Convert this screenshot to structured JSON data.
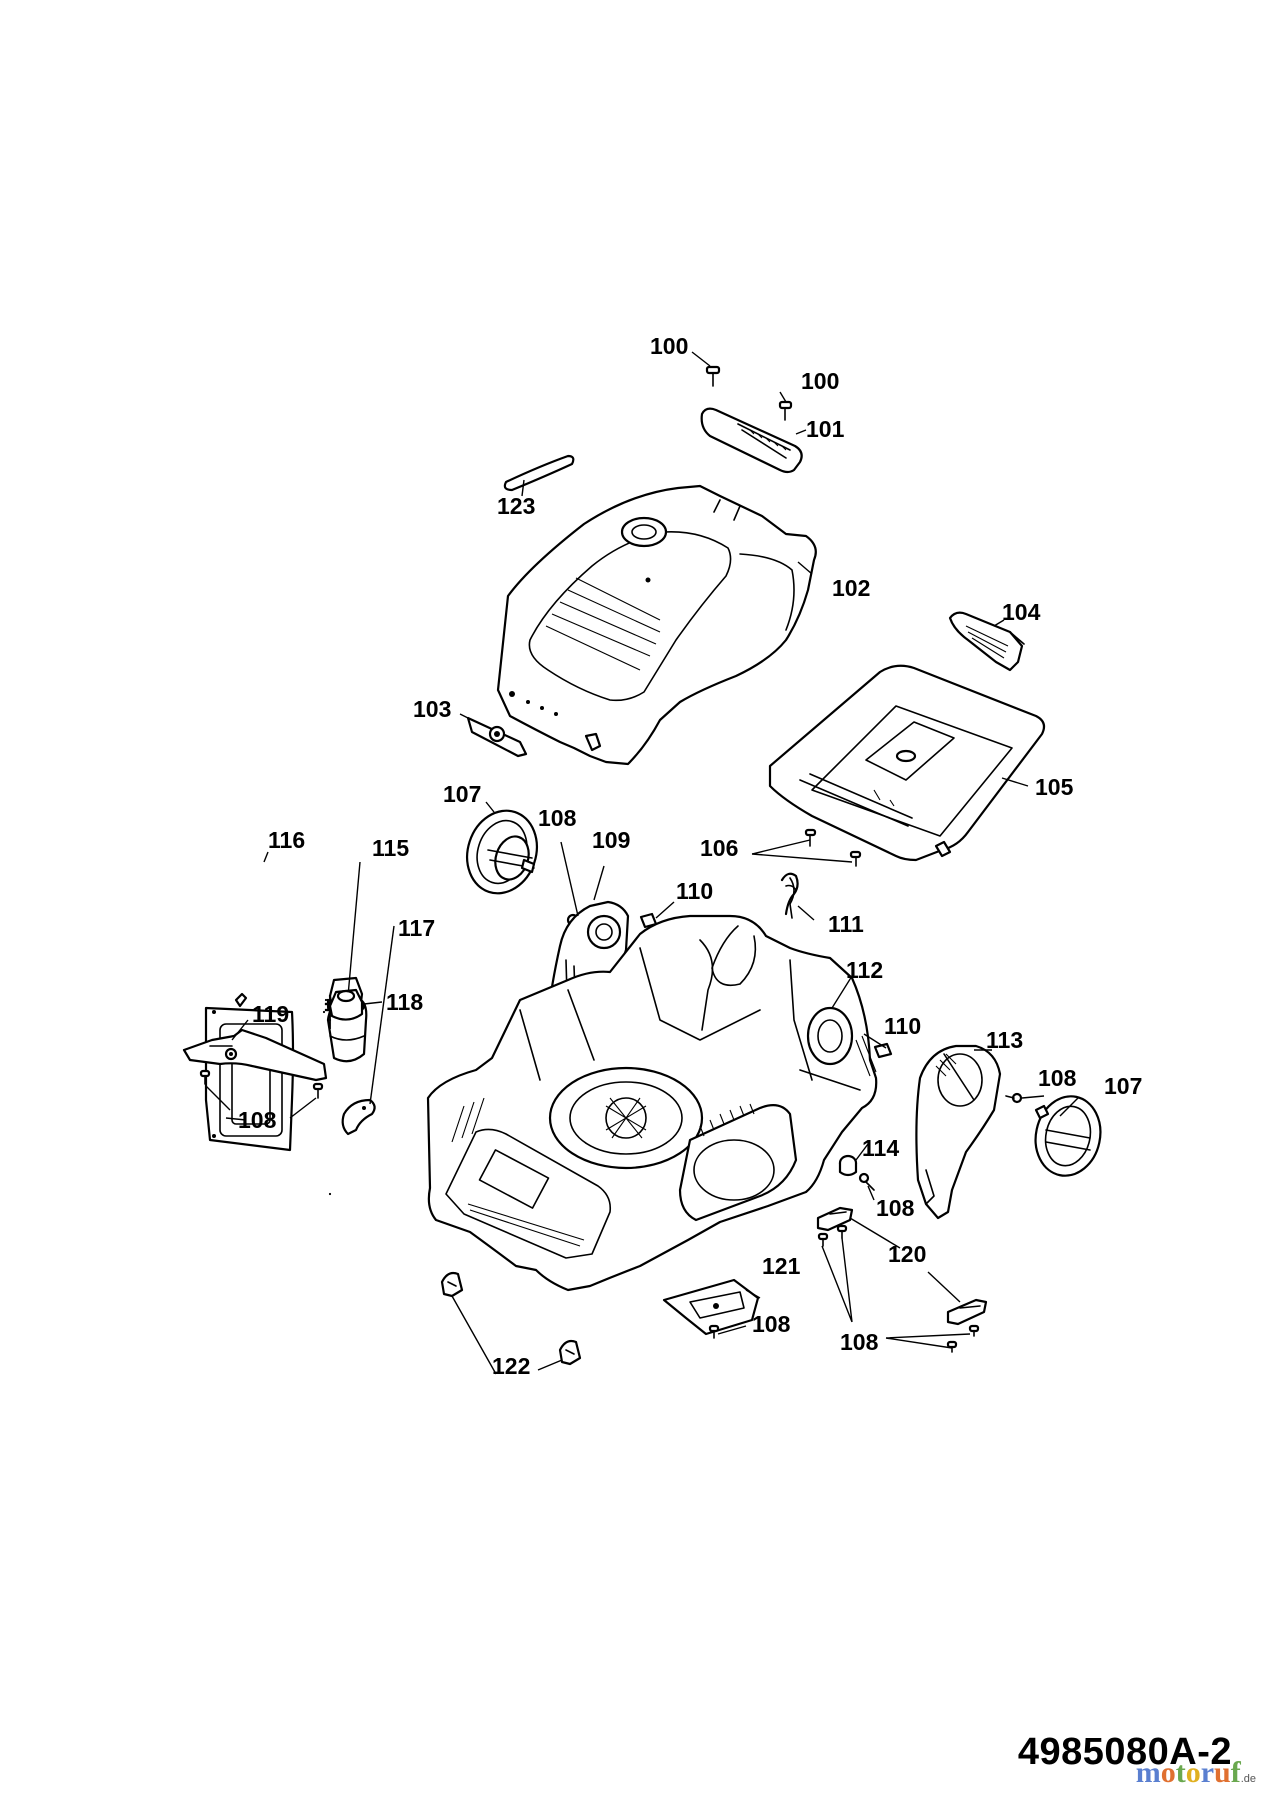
{
  "diagram": {
    "drawing_number": "4985080A-2",
    "watermark": {
      "text": "motoruf",
      "suffix": ".de"
    },
    "callouts": {
      "c100a": "100",
      "c100b": "100",
      "c101": "101",
      "c102": "102",
      "c103": "103",
      "c104": "104",
      "c105": "105",
      "c106": "106",
      "c107a": "107",
      "c107b": "107",
      "c108a": "108",
      "c108b": "108",
      "c108c": "108",
      "c108d": "108",
      "c108e": "108",
      "c108f": "108",
      "c109": "109",
      "c110a": "110",
      "c110b": "110",
      "c111": "111",
      "c112": "112",
      "c113": "113",
      "c114": "114",
      "c115": "115",
      "c116": "116",
      "c117": "117",
      "c118": "118",
      "c119": "119",
      "c120": "120",
      "c121": "121",
      "c122": "122",
      "c123": "123"
    },
    "colors": {
      "line": "#000000",
      "background": "#ffffff"
    }
  }
}
